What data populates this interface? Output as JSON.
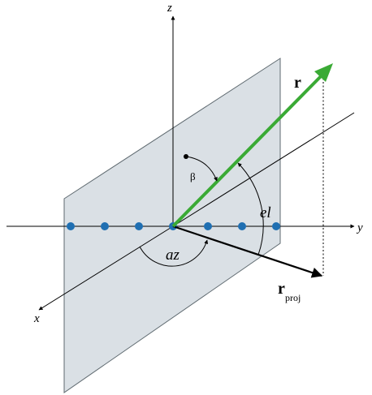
{
  "diagram": {
    "axes": {
      "x": "x",
      "y": "y",
      "z": "z"
    },
    "vectors": {
      "r": "r",
      "r_proj_main": "r",
      "r_proj_sub": "proj"
    },
    "angles": {
      "azimuth": "az",
      "elevation": "el",
      "beta": "β"
    },
    "colors": {
      "plane_fill": "#d6dde2",
      "plane_stroke": "#5f6a70",
      "array_element": "#1f6fb2",
      "r_vector": "#3aaa35",
      "axis": "#000000"
    }
  }
}
